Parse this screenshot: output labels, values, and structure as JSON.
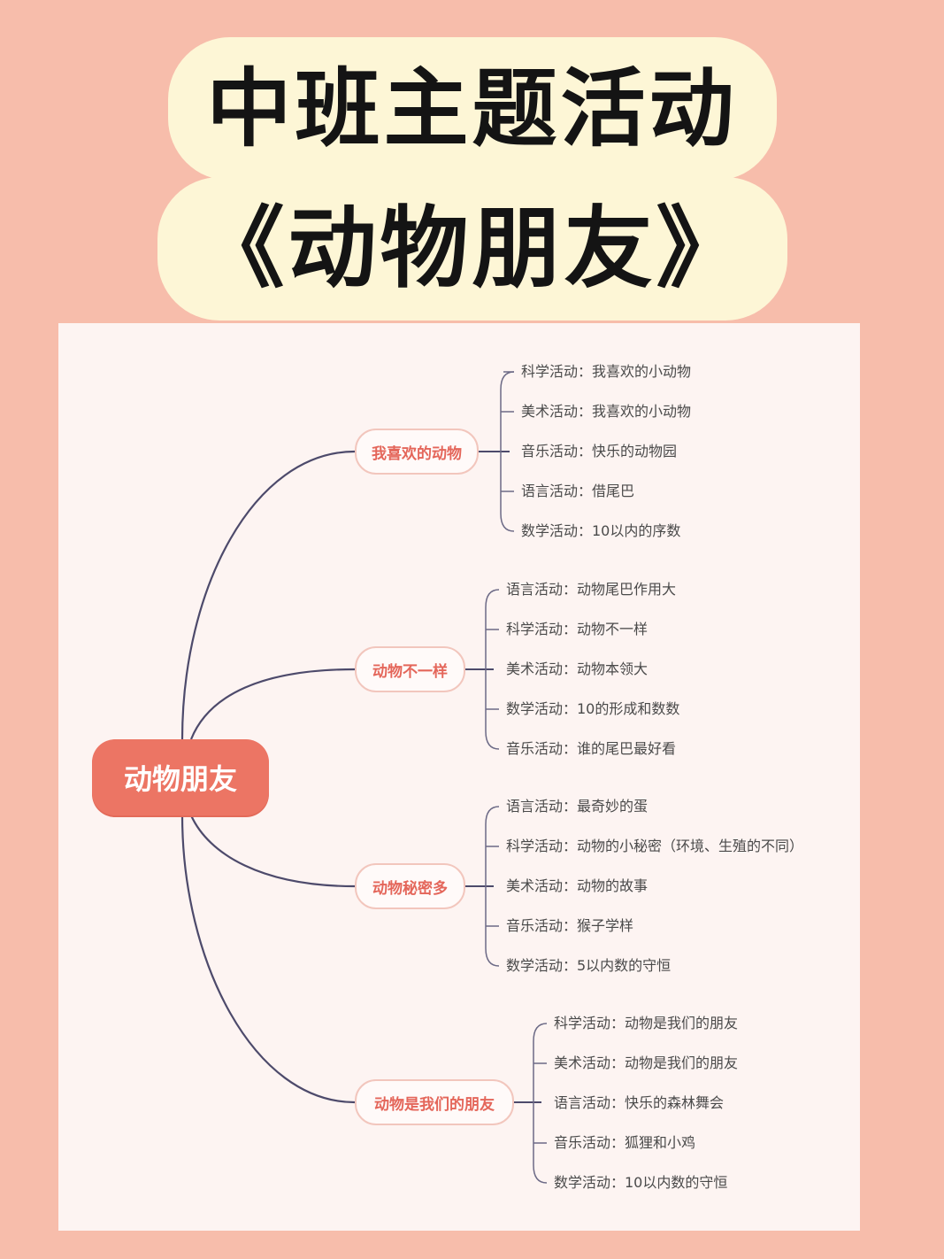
{
  "title": {
    "line1": "中班主题活动",
    "line2": "《动物朋友》"
  },
  "mindmap": {
    "root": "动物朋友",
    "branches": [
      {
        "label": "我喜欢的动物",
        "leaves": [
          "科学活动：我喜欢的小动物",
          "美术活动：我喜欢的小动物",
          "音乐活动：快乐的动物园",
          "语言活动：借尾巴",
          "数学活动：10以内的序数"
        ]
      },
      {
        "label": "动物不一样",
        "leaves": [
          "语言活动：动物尾巴作用大",
          "科学活动：动物不一样",
          "美术活动：动物本领大",
          "数学活动：10的形成和数数",
          "音乐活动：谁的尾巴最好看"
        ]
      },
      {
        "label": "动物秘密多",
        "leaves": [
          "语言活动：最奇妙的蛋",
          "科学活动：动物的小秘密（环境、生殖的不同）",
          "美术活动：动物的故事",
          "音乐活动：猴子学样",
          "数学活动：5以内数的守恒"
        ]
      },
      {
        "label": "动物是我们的朋友",
        "leaves": [
          "科学活动：动物是我们的朋友",
          "美术活动：动物是我们的朋友",
          "语言活动：快乐的森林舞会",
          "音乐活动：狐狸和小鸡",
          "数学活动：10以内数的守恒"
        ]
      }
    ]
  },
  "colors": {
    "background": "#f7bdab",
    "title_bubble": "#fdf6d6",
    "root_fill": "#ec7564",
    "branch_text": "#e4665a",
    "connector": "#4d4a6b"
  }
}
